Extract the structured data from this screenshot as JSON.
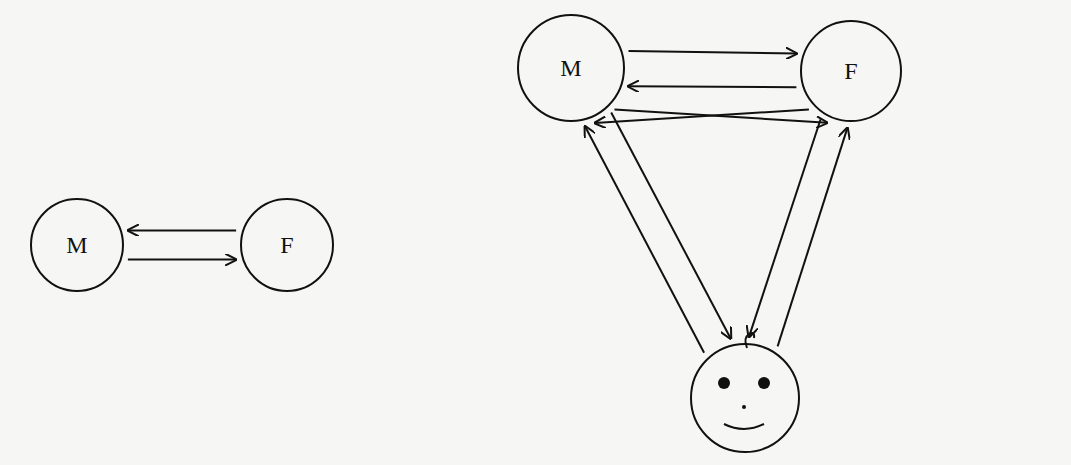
{
  "diagram": {
    "nodes": [
      {
        "text": [
          "M"
        ]
      },
      {
        "text": [
          "F"
        ]
      },
      {
        "text": [
          "M"
        ]
      },
      {
        "text": [
          "F"
        ]
      },
      {
        "text": []
      }
    ],
    "edges": [
      {
        "from": 1,
        "to": 0,
        "arrow": "to"
      },
      {
        "from": 0,
        "to": 1,
        "arrow": "to"
      },
      {
        "from": 2,
        "to": 3,
        "arrow": "to"
      },
      {
        "from": 3,
        "to": 2,
        "arrow": "to"
      },
      {
        "from": 2,
        "to": 4,
        "arrow": "to"
      },
      {
        "from": 4,
        "to": 2,
        "arrow": "to"
      },
      {
        "from": 3,
        "to": 4,
        "arrow": "to"
      },
      {
        "from": 4,
        "to": 3,
        "arrow": "to"
      },
      {
        "from": 2,
        "to": 3,
        "arrow": "to"
      },
      {
        "from": 3,
        "to": 2,
        "arrow": "to"
      }
    ]
  }
}
